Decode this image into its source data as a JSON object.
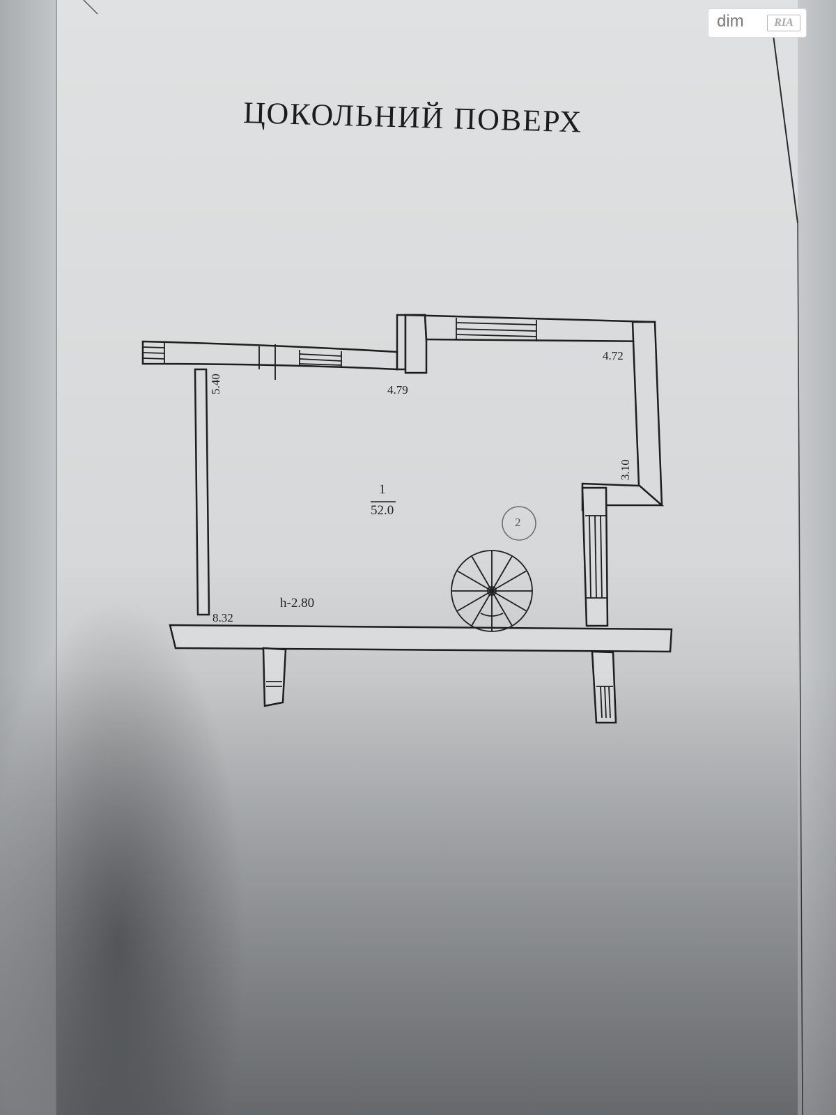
{
  "page_title": "ЦОКОЛЬНИЙ ПОВЕРХ",
  "watermark": {
    "brand": "dim",
    "badge": "RIA"
  },
  "plan": {
    "room_number": "1",
    "room_area": "52.0",
    "ceiling_height": "h-2.80",
    "stair_marker": "2",
    "dimensions": {
      "left_wall": "5.40",
      "top_left_wall": "4.79",
      "top_right_wall": "4.72",
      "right_wall": "3.10",
      "bottom_wall": "8.32"
    }
  },
  "colors": {
    "paper": "#dfe1e2",
    "ink": "#1c1c1c",
    "wall_fill": "#d9dbdc"
  }
}
